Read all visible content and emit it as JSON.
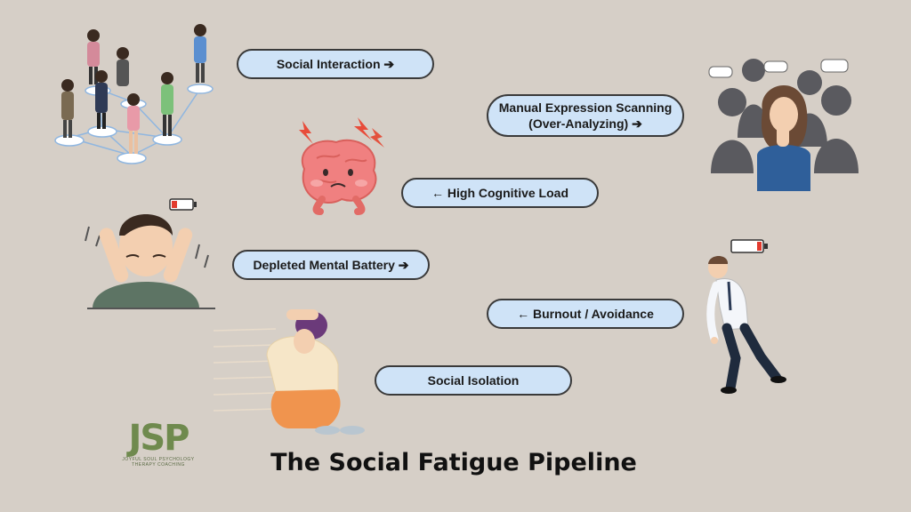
{
  "title": "The Social Fatigue Pipeline",
  "steps": [
    {
      "label": "Social Interaction ➔"
    },
    {
      "label": "Manual Expression Scanning",
      "label2": "(Over-Analyzing)  ➔"
    },
    {
      "label": "←  High Cognitive Load"
    },
    {
      "label": "Depleted Mental Battery  ➔"
    },
    {
      "label": "←  Burnout / Avoidance"
    },
    {
      "label": "Social Isolation"
    }
  ],
  "logo": {
    "letters": "JSP",
    "tagline": "JOYFUL SOUL PSYCHOLOGY THERAPY COACHING"
  },
  "colors": {
    "background": "#d6cfc7",
    "pill_fill": "#cfe3f7",
    "pill_border": "#3a3a3a",
    "logo_green": "#6f8a4e"
  },
  "icons": [
    "crowd-network-icon",
    "anxious-woman-icon",
    "stressed-brain-icon",
    "tired-man-icon",
    "low-battery-icon",
    "burnout-man-icon",
    "isolated-person-icon"
  ]
}
